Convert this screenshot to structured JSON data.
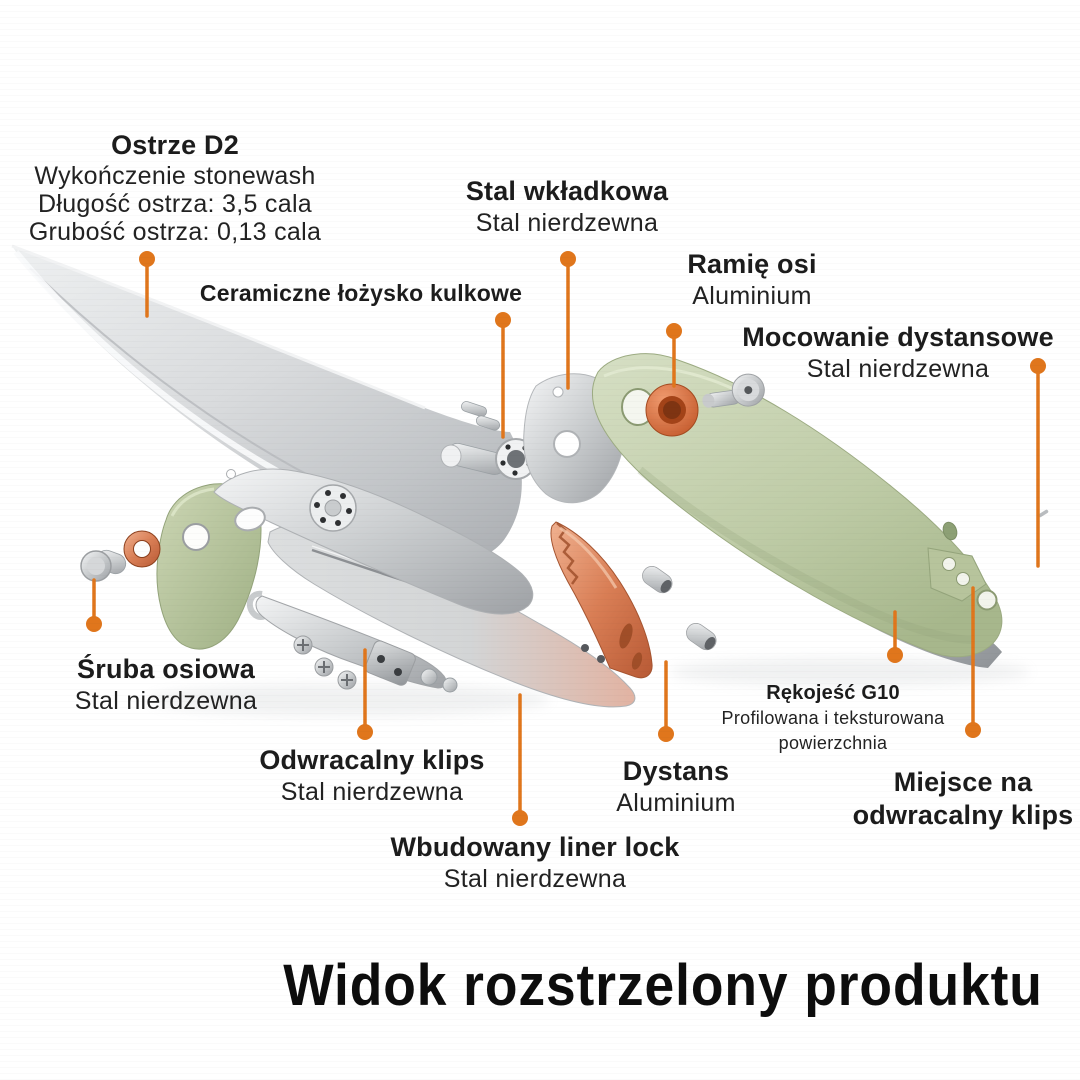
{
  "page": {
    "title": "Widok rozstrzelony produktu"
  },
  "labels": {
    "ostrze": {
      "title": "Ostrze D2",
      "line1": "Wykończenie stonewash",
      "line2": "Długość ostrza: 3,5 cala",
      "line3": "Grubość ostrza: 0,13 cala"
    },
    "ceramiczne": {
      "title": "Ceramiczne łożysko kulkowe"
    },
    "stal_wkladkowa": {
      "title": "Stal wkładkowa",
      "material": "Stal nierdzewna"
    },
    "ramie_osi": {
      "title": "Ramię osi",
      "material": "Aluminium"
    },
    "mocowanie": {
      "title": "Mocowanie dystansowe",
      "material": "Stal nierdzewna"
    },
    "sruba": {
      "title": "Śruba osiowa",
      "material": "Stal nierdzewna"
    },
    "odwracalny_klips": {
      "title": "Odwracalny klips",
      "material": "Stal nierdzewna"
    },
    "wbudowany": {
      "title": "Wbudowany liner lock",
      "material": "Stal nierdzewna"
    },
    "dystans": {
      "title": "Dystans",
      "material": "Aluminium"
    },
    "rekojesc": {
      "title": "Rękojeść G10",
      "line1": "Profilowana i teksturowana",
      "line2": "powierzchnia"
    },
    "miejsce": {
      "line1": "Miejsce na",
      "line2": "odwracalny klips"
    }
  },
  "colors": {
    "accent": "#E0761C",
    "text": "#1c1c1c",
    "background": "#ffffff",
    "blade_steel": "#d9dbdd",
    "handle_green": "#bfcba6",
    "copper_spacer": "#d97e55",
    "washer_orange": "#d3642f"
  }
}
